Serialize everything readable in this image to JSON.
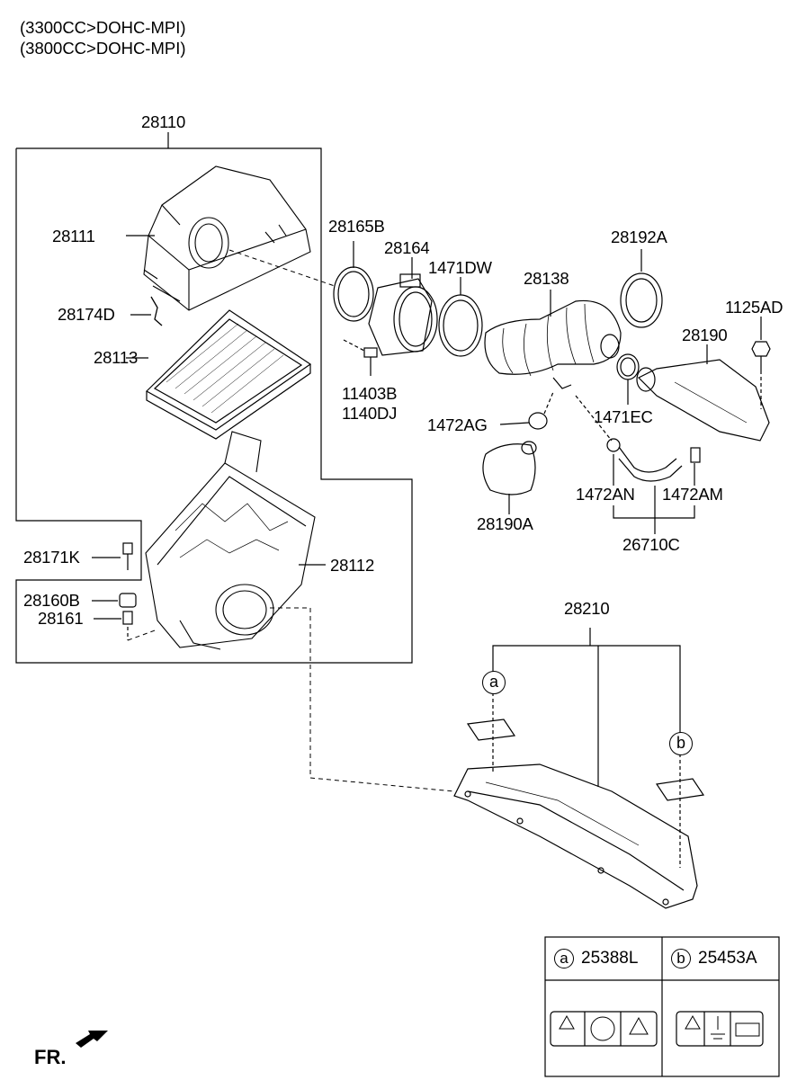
{
  "header": {
    "line1": "(3300CC>DOHC-MPI)",
    "line2": "(3800CC>DOHC-MPI)"
  },
  "parts": {
    "p28110": "28110",
    "p28111": "28111",
    "p28174D": "28174D",
    "p28113": "28113",
    "p28112": "28112",
    "p28171K": "28171K",
    "p28160B": "28160B",
    "p28161": "28161",
    "p28165B": "28165B",
    "p28164": "28164",
    "p1471DW": "1471DW",
    "p28138": "28138",
    "p28192A": "28192A",
    "p1125AD": "1125AD",
    "p28190": "28190",
    "p11403B": "11403B",
    "p1140DJ": "1140DJ",
    "p1472AG": "1472AG",
    "p1471EC": "1471EC",
    "p28190A": "28190A",
    "p1472AN": "1472AN",
    "p1472AM": "1472AM",
    "p26710C": "26710C",
    "p28210": "28210"
  },
  "refs": {
    "a": "a",
    "b": "b"
  },
  "legend": {
    "a_code": "25388L",
    "b_code": "25453A"
  },
  "direction": "FR."
}
